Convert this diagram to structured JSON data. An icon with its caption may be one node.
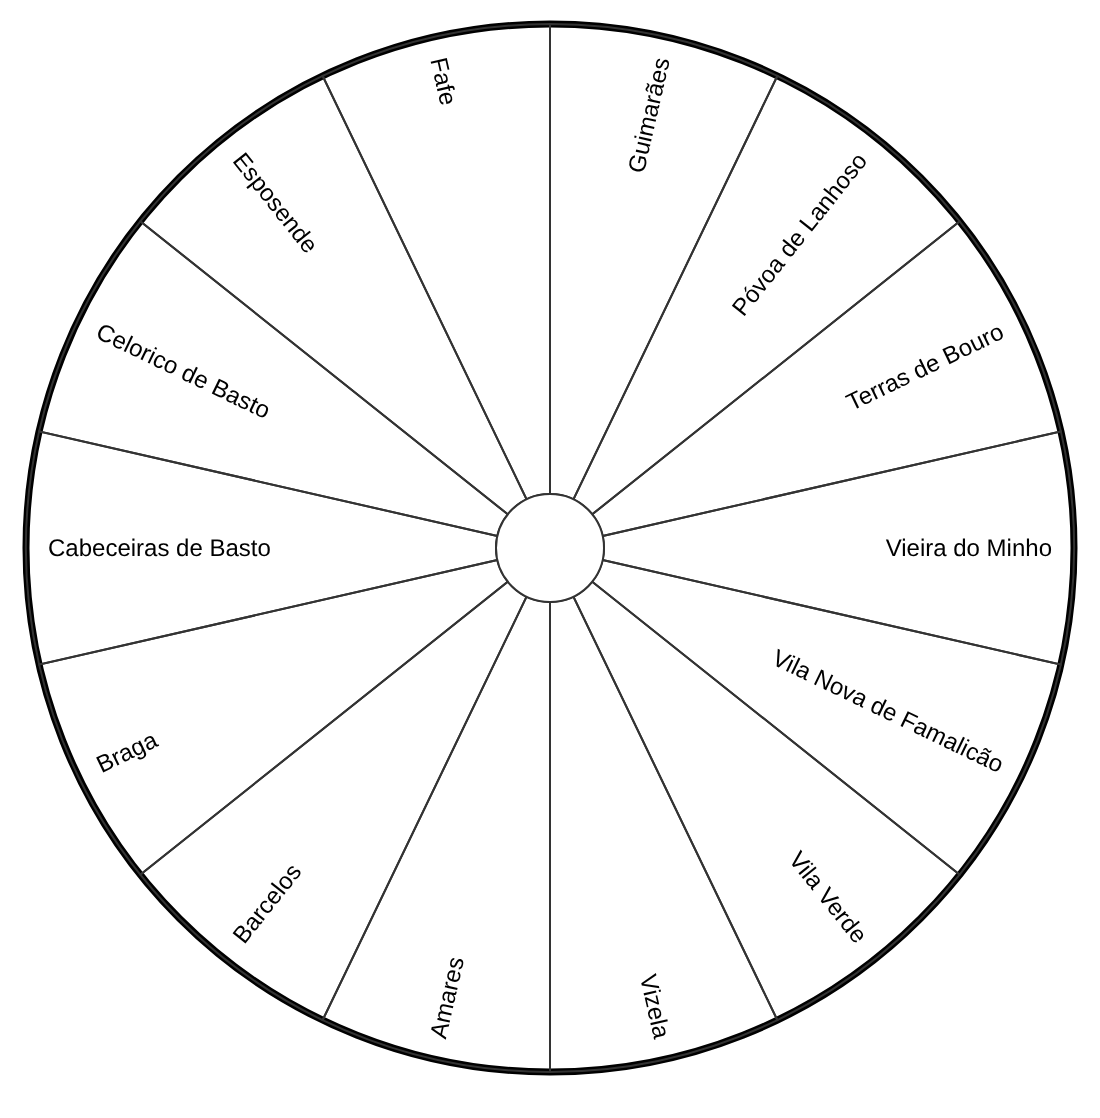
{
  "diagram": {
    "nodes": [
      {
        "text": [
          "Amares"
        ]
      },
      {
        "text": [
          "Barcelos"
        ]
      },
      {
        "text": [
          "Braga"
        ]
      },
      {
        "text": [
          "Cabeceiras de Basto"
        ]
      },
      {
        "text": [
          "Celorico de Basto"
        ]
      },
      {
        "text": [
          "Esposende"
        ]
      },
      {
        "text": [
          "Fafe"
        ]
      },
      {
        "text": [
          "Guimarães"
        ]
      },
      {
        "text": [
          "Póvoa de Lanhoso"
        ]
      },
      {
        "text": [
          "Terras de Bouro"
        ]
      },
      {
        "text": [
          "Vieira do Minho"
        ]
      },
      {
        "text": [
          "Vila Nova de Famalicão"
        ]
      },
      {
        "text": [
          "Vila Verde"
        ]
      },
      {
        "text": [
          "Vizela"
        ]
      },
      {
        "text": [],
        "shape": "circle"
      }
    ]
  }
}
